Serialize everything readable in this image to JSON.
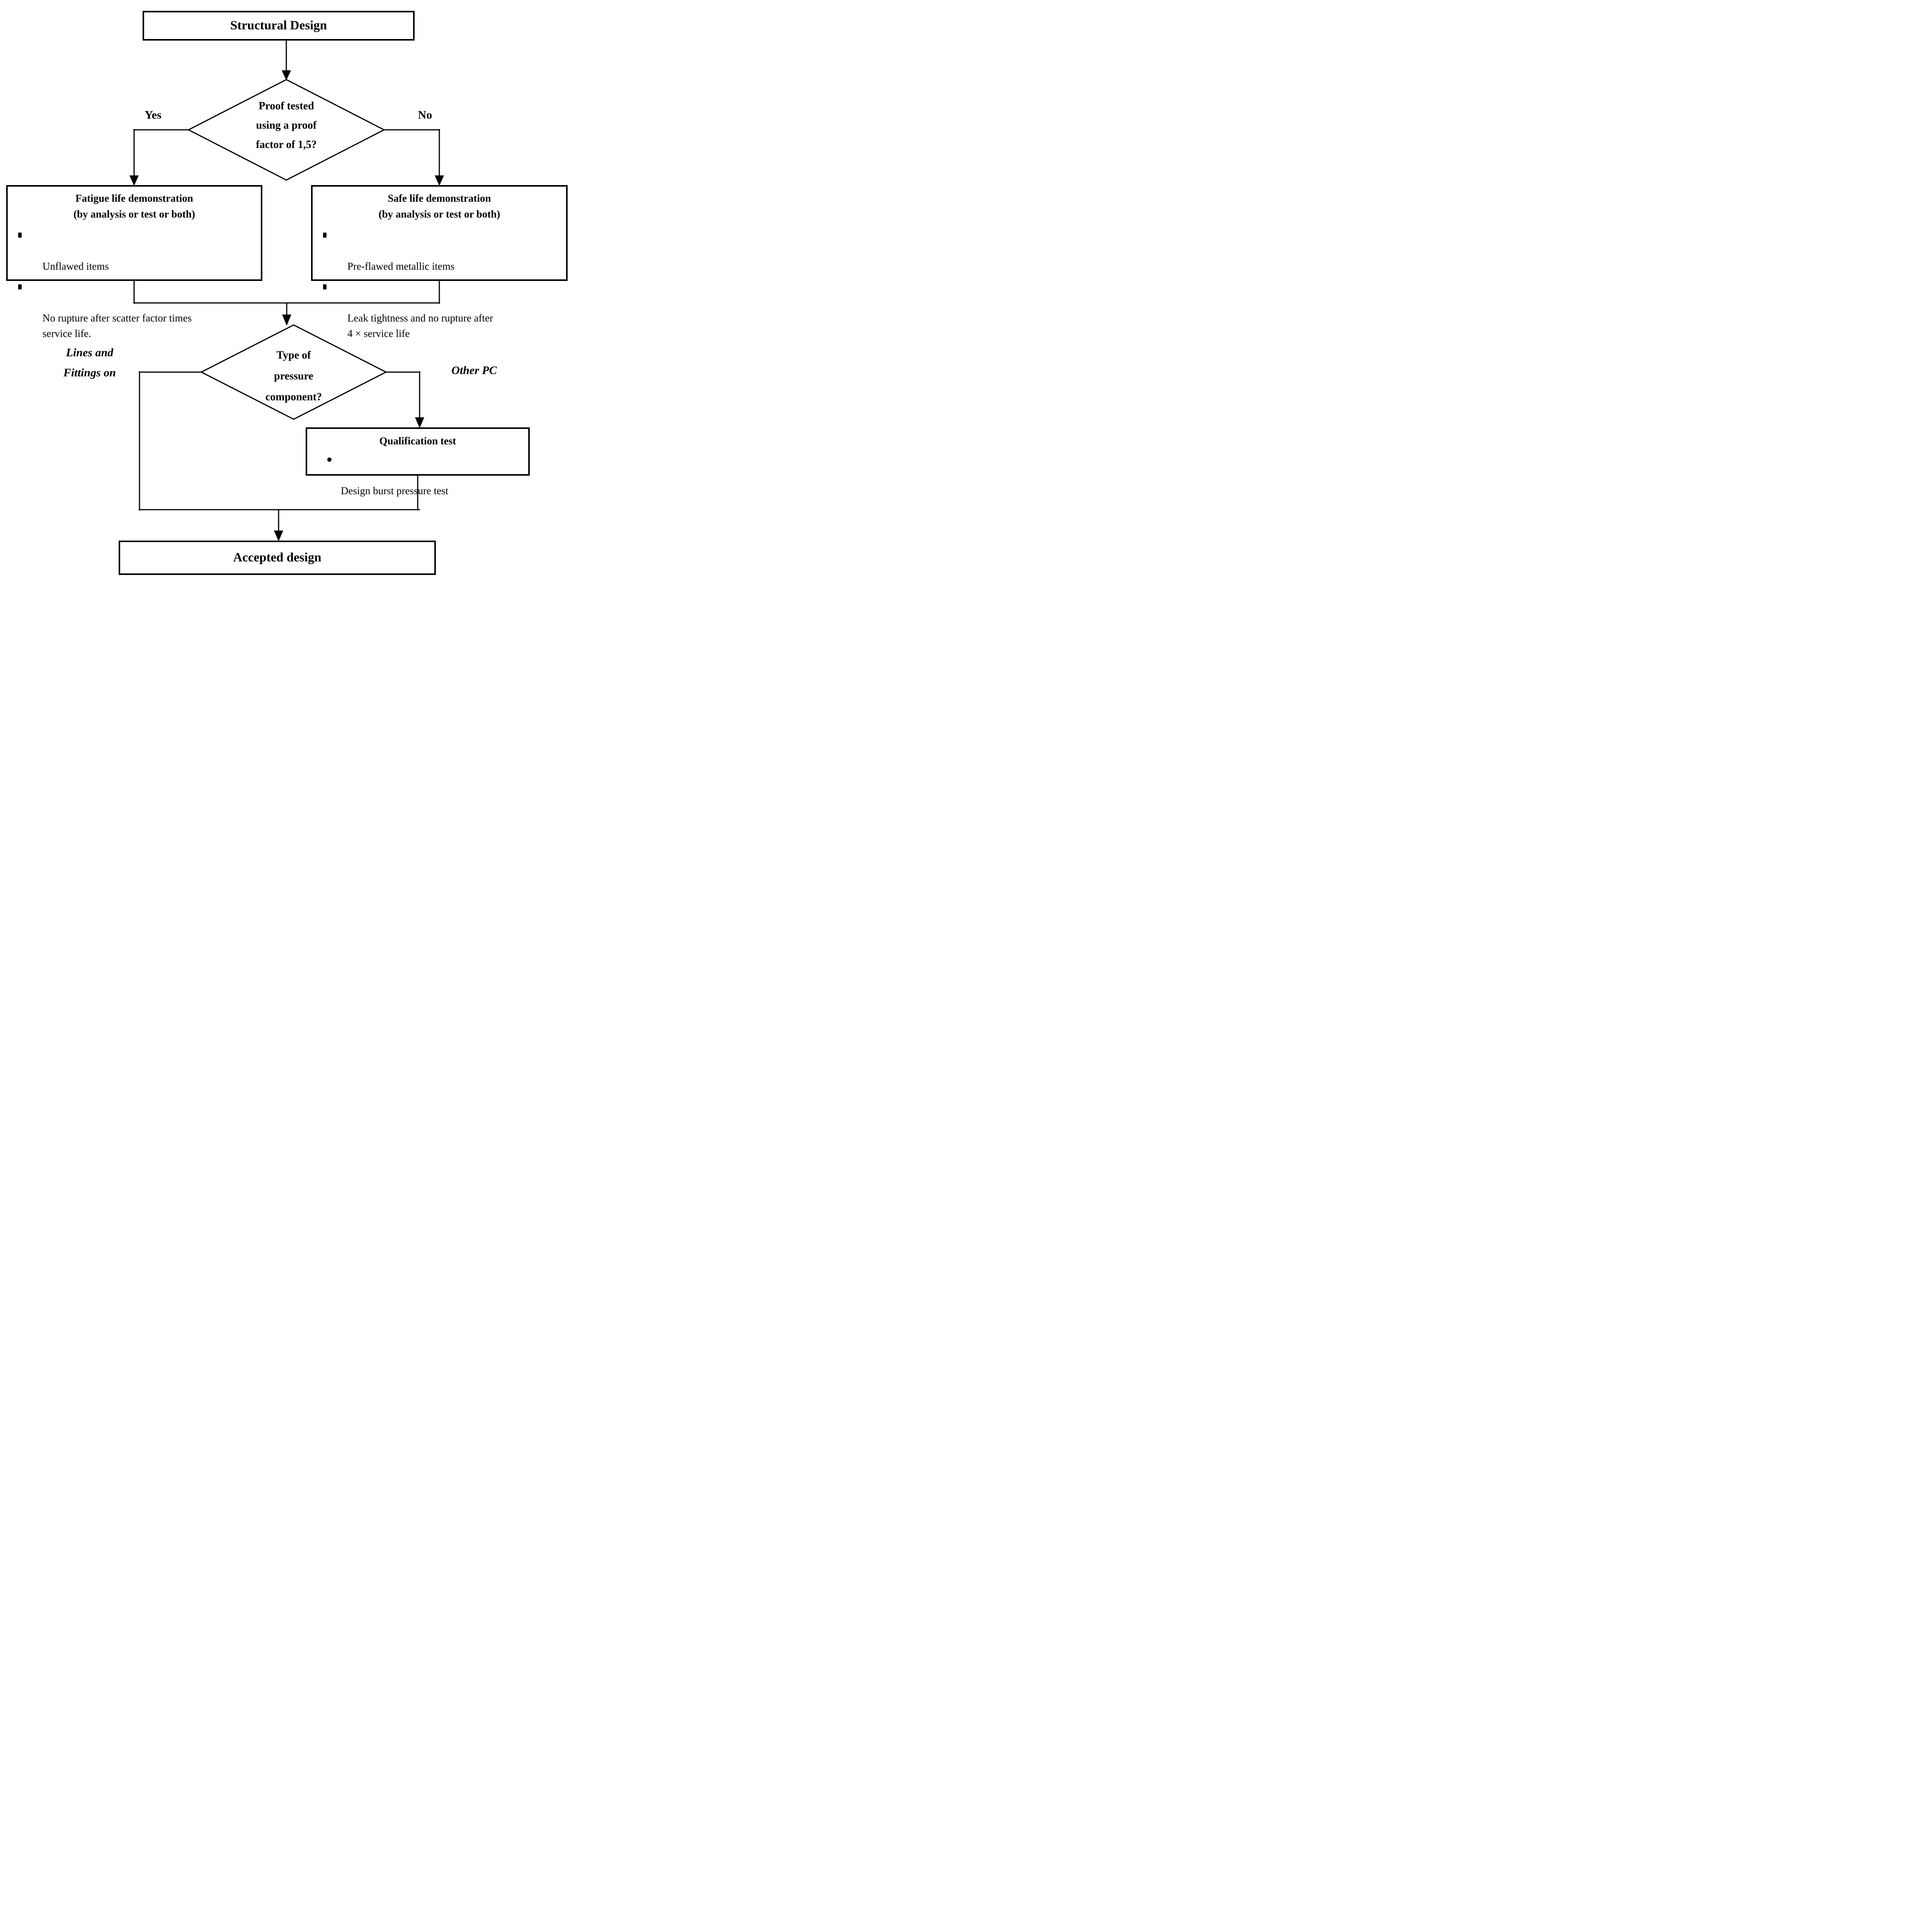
{
  "nodes": {
    "start": "Structural Design",
    "decision1": "Proof tested\nusing a proof\nfactor of 1,5?",
    "fatigue": {
      "title": "Fatigue life demonstration\n(by analysis or test or both)",
      "bullets": [
        "Unflawed items",
        "No rupture after scatter factor times\nservice life."
      ]
    },
    "safe": {
      "title": "Safe life demonstration\n(by analysis or test or both)",
      "bullets": [
        "Pre-flawed metallic items",
        "Leak tightness and no rupture after\n4 × service life"
      ]
    },
    "decision2": "Type of\npressure\ncomponent?",
    "qualification": {
      "title": "Qualification test",
      "bullets": [
        "Design burst pressure test"
      ]
    },
    "end": "Accepted design"
  },
  "edge_labels": {
    "yes": "Yes",
    "no": "No",
    "lines_fittings": "Lines and\nFittings on",
    "other_pc": "Other PC"
  },
  "colors": {
    "stroke": "#000000",
    "text": "#000000",
    "background": "#ffffff",
    "node_fill": "#ffffff"
  }
}
